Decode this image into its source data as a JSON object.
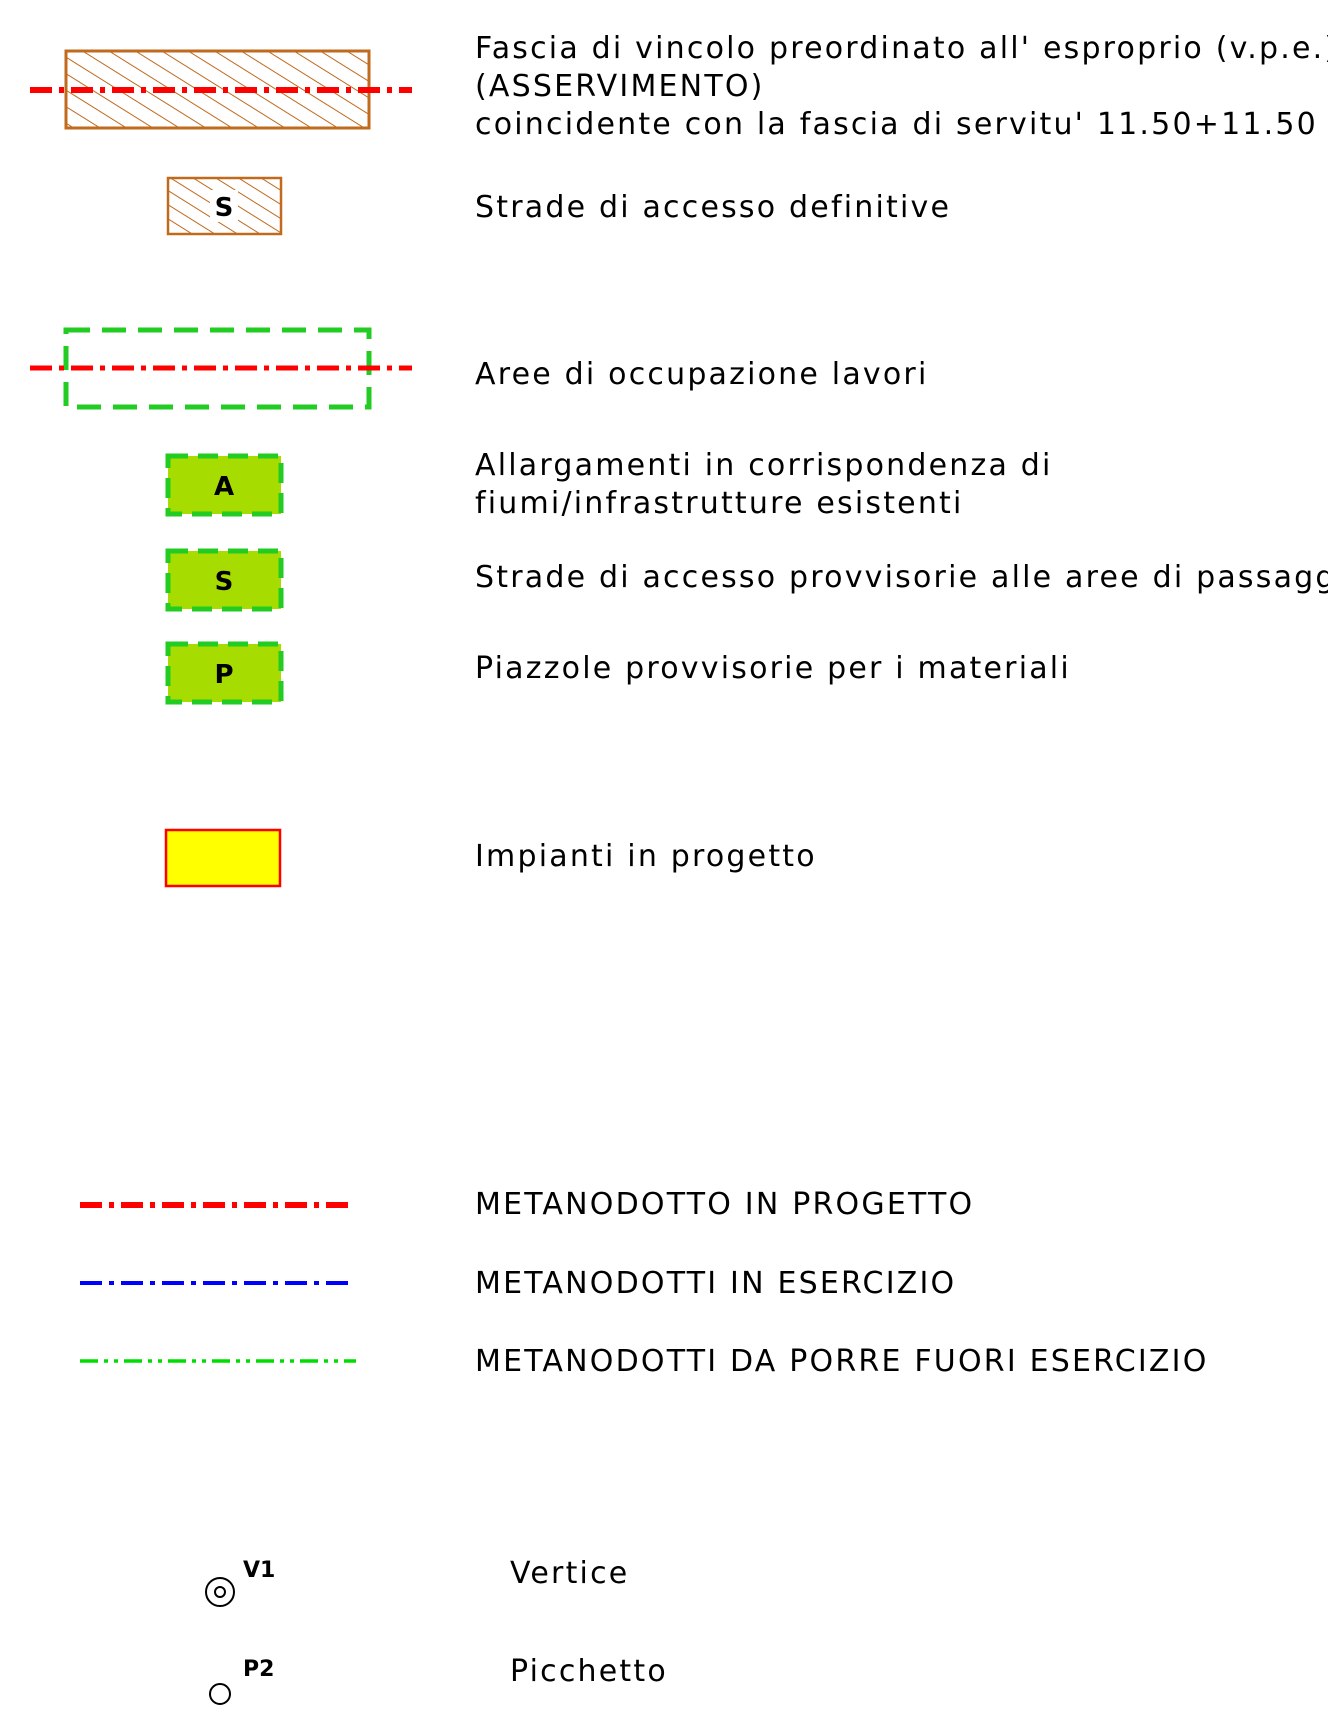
{
  "legend": {
    "vpe": {
      "lines": [
        "Fascia di vincolo preordinato all' esproprio (v.p.e.)",
        "(ASSERVIMENTO)",
        "coincidente con la fascia di servitu' 11.50+11.50"
      ]
    },
    "strade_definitive": {
      "label": "S",
      "text": "Strade di accesso definitive"
    },
    "aree_occupazione": {
      "text": "Aree di occupazione lavori"
    },
    "allargamenti": {
      "label": "A",
      "lines": [
        "Allargamenti in corrispondenza di",
        "fiumi/infrastrutture esistenti"
      ]
    },
    "strade_provvisorie": {
      "label": "S",
      "text": "Strade di accesso provvisorie alle aree di passaggio"
    },
    "piazzole": {
      "label": "P",
      "text": "Piazzole provvisorie per i materiali"
    },
    "impianti": {
      "text": "Impianti in progetto"
    },
    "metanodotto_progetto": {
      "text": "METANODOTTO IN PROGETTO"
    },
    "metanodotti_esercizio": {
      "text": "METANODOTTI IN ESERCIZIO"
    },
    "metanodotti_fuori": {
      "text": "METANODOTTI DA PORRE FUORI ESERCIZIO"
    },
    "vertice": {
      "tag": "V1",
      "text": "Vertice"
    },
    "picchetto": {
      "tag": "P2",
      "text": "Picchetto"
    }
  },
  "colors": {
    "red_line": "#ff0000",
    "blue_line": "#0000ff",
    "green_line": "#00dd00",
    "dashed_green": "#22cc22",
    "brown_hatch": "#c06a1e",
    "fill_green": "#a6dc00",
    "yellow_fill": "#ffff00"
  }
}
